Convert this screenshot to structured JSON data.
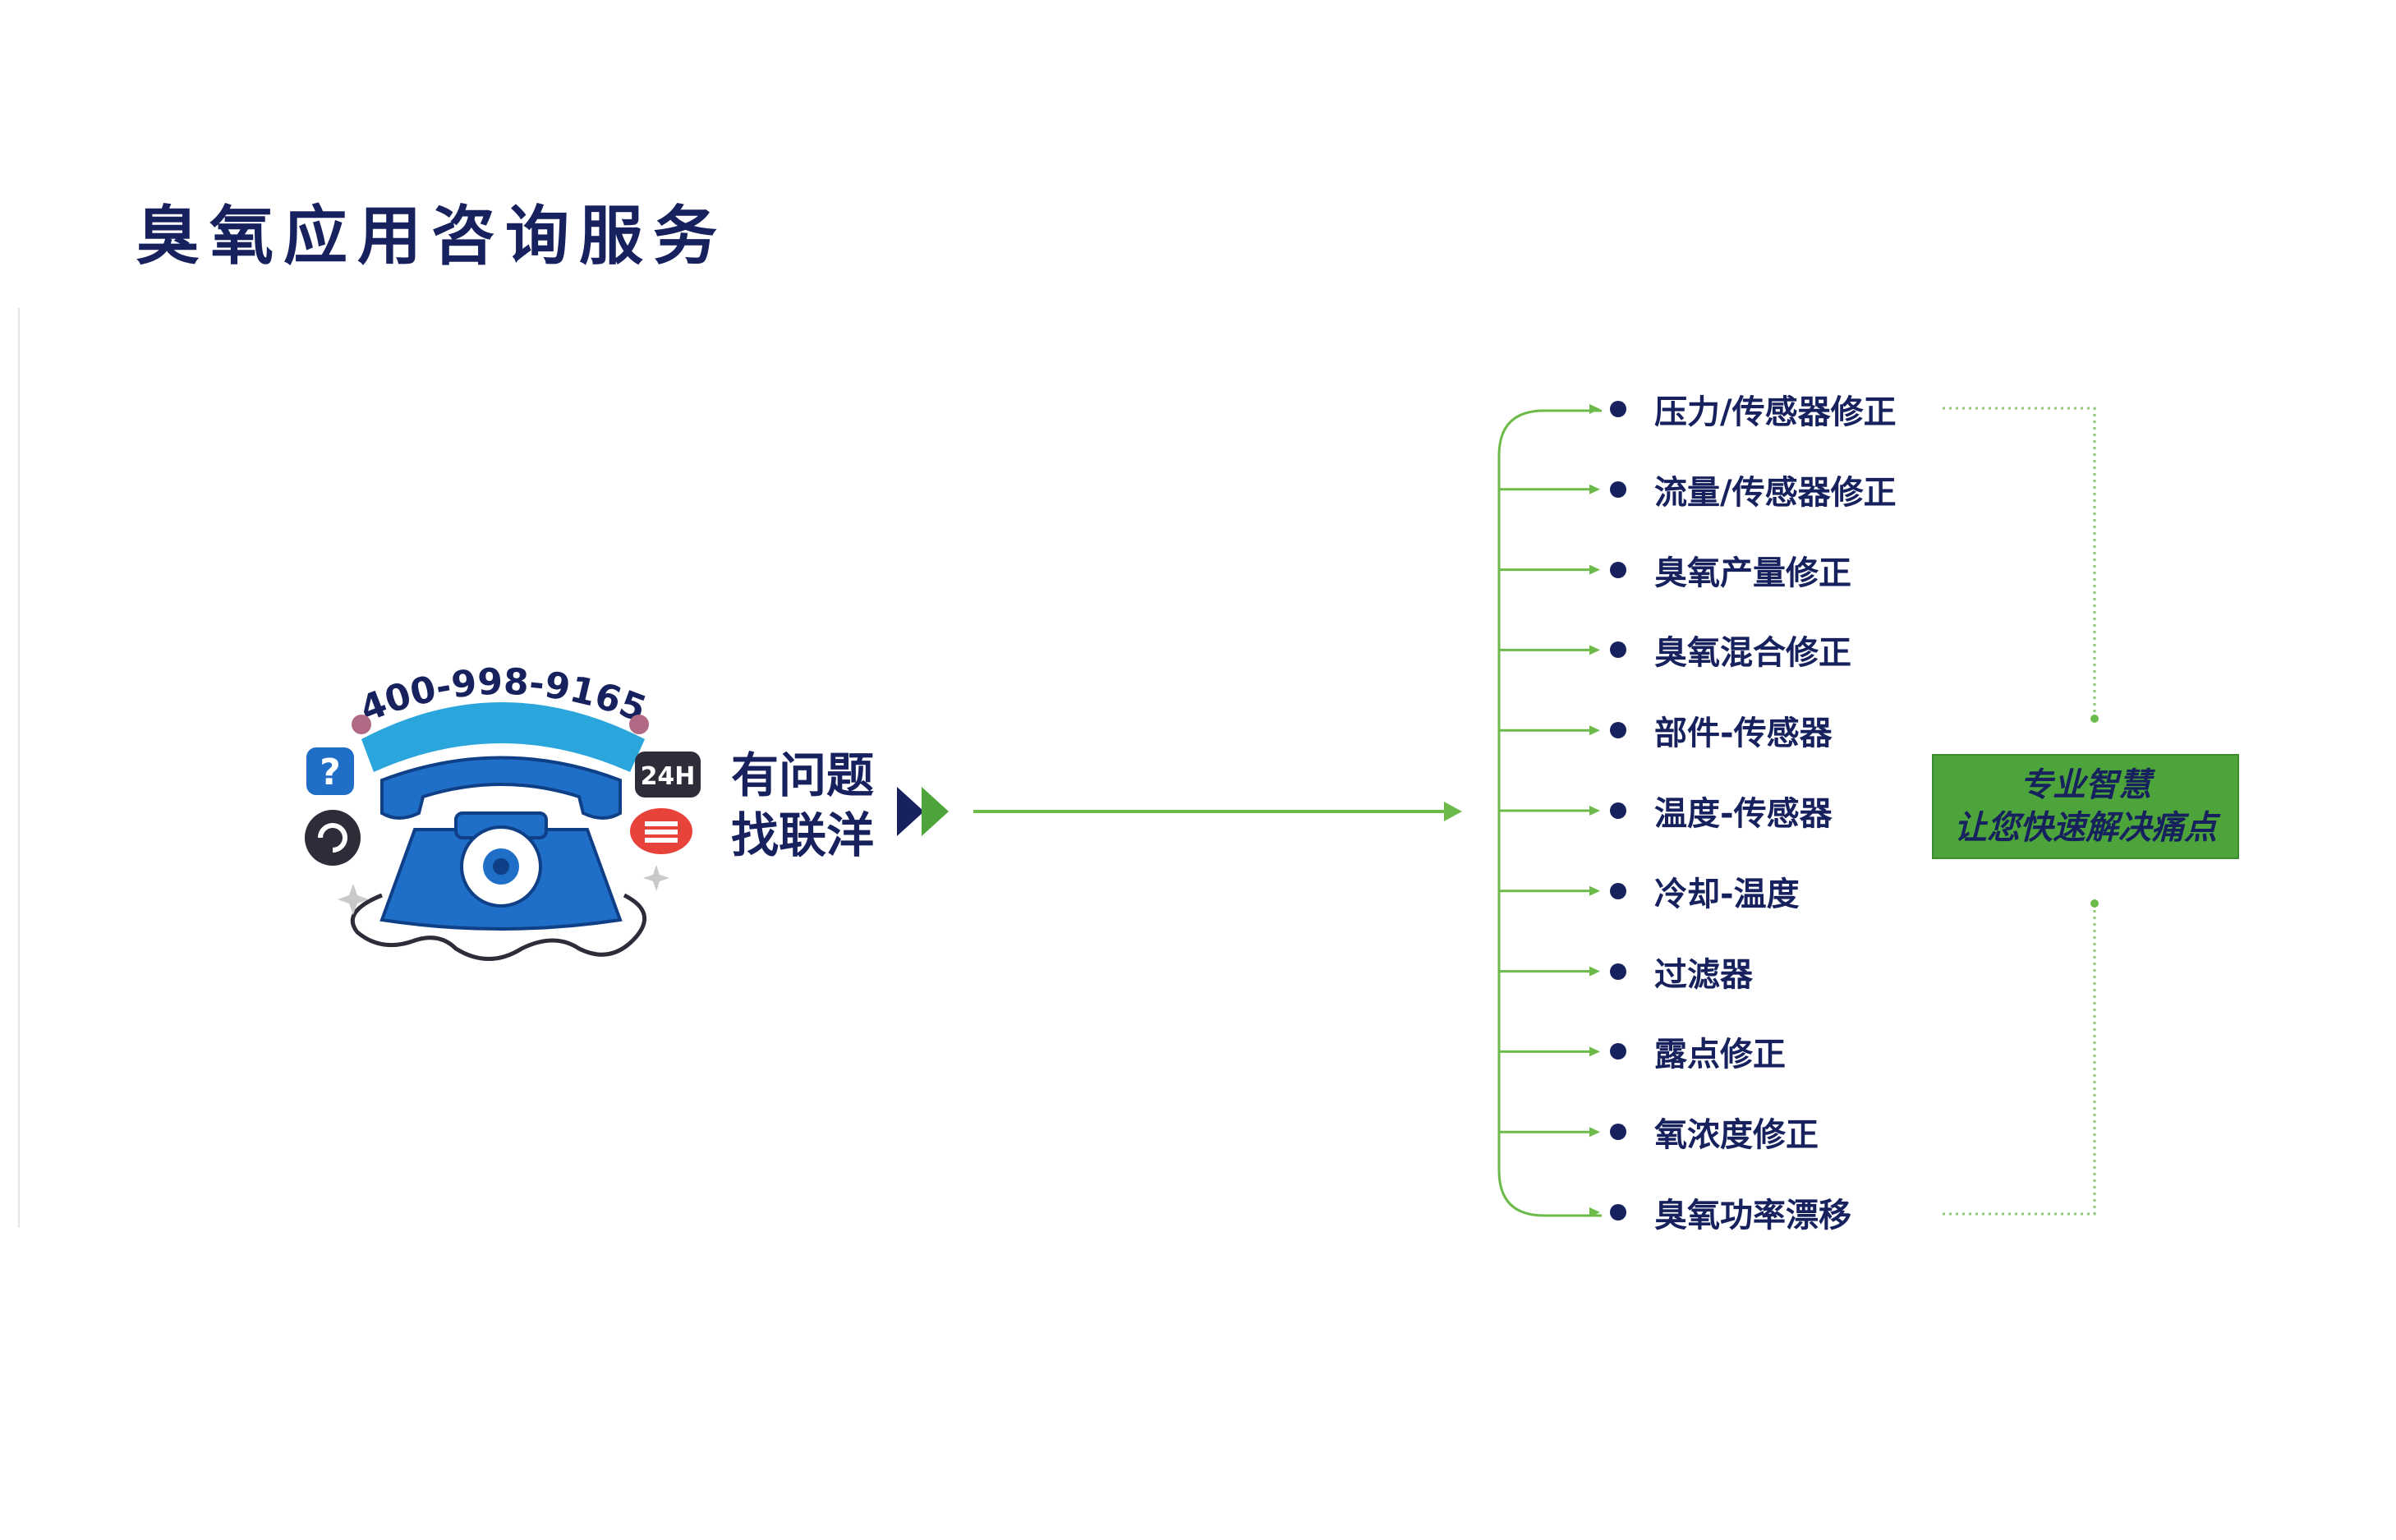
{
  "title": "臭氧应用咨询服务",
  "phone_number": "400-998-9165",
  "badge_24h": "24H",
  "tagline": [
    "有问题",
    "找联洋"
  ],
  "items": [
    "压力/传感器修正",
    "流量/传感器修正",
    "臭氧产量修正",
    "臭氧混合修正",
    "部件-传感器",
    "温度-传感器",
    "冷却-温度",
    "过滤器",
    "露点修正",
    "氧浓度修正",
    "臭氧功率漂移"
  ],
  "result": [
    "专业智慧",
    "让您快速解决痛点"
  ],
  "colors": {
    "navy": "#16215e",
    "green": "#4ca43a",
    "green_line": "#6cbb4a",
    "phone_blue": "#1f6fc8",
    "banner_blue": "#2aa6dd"
  }
}
